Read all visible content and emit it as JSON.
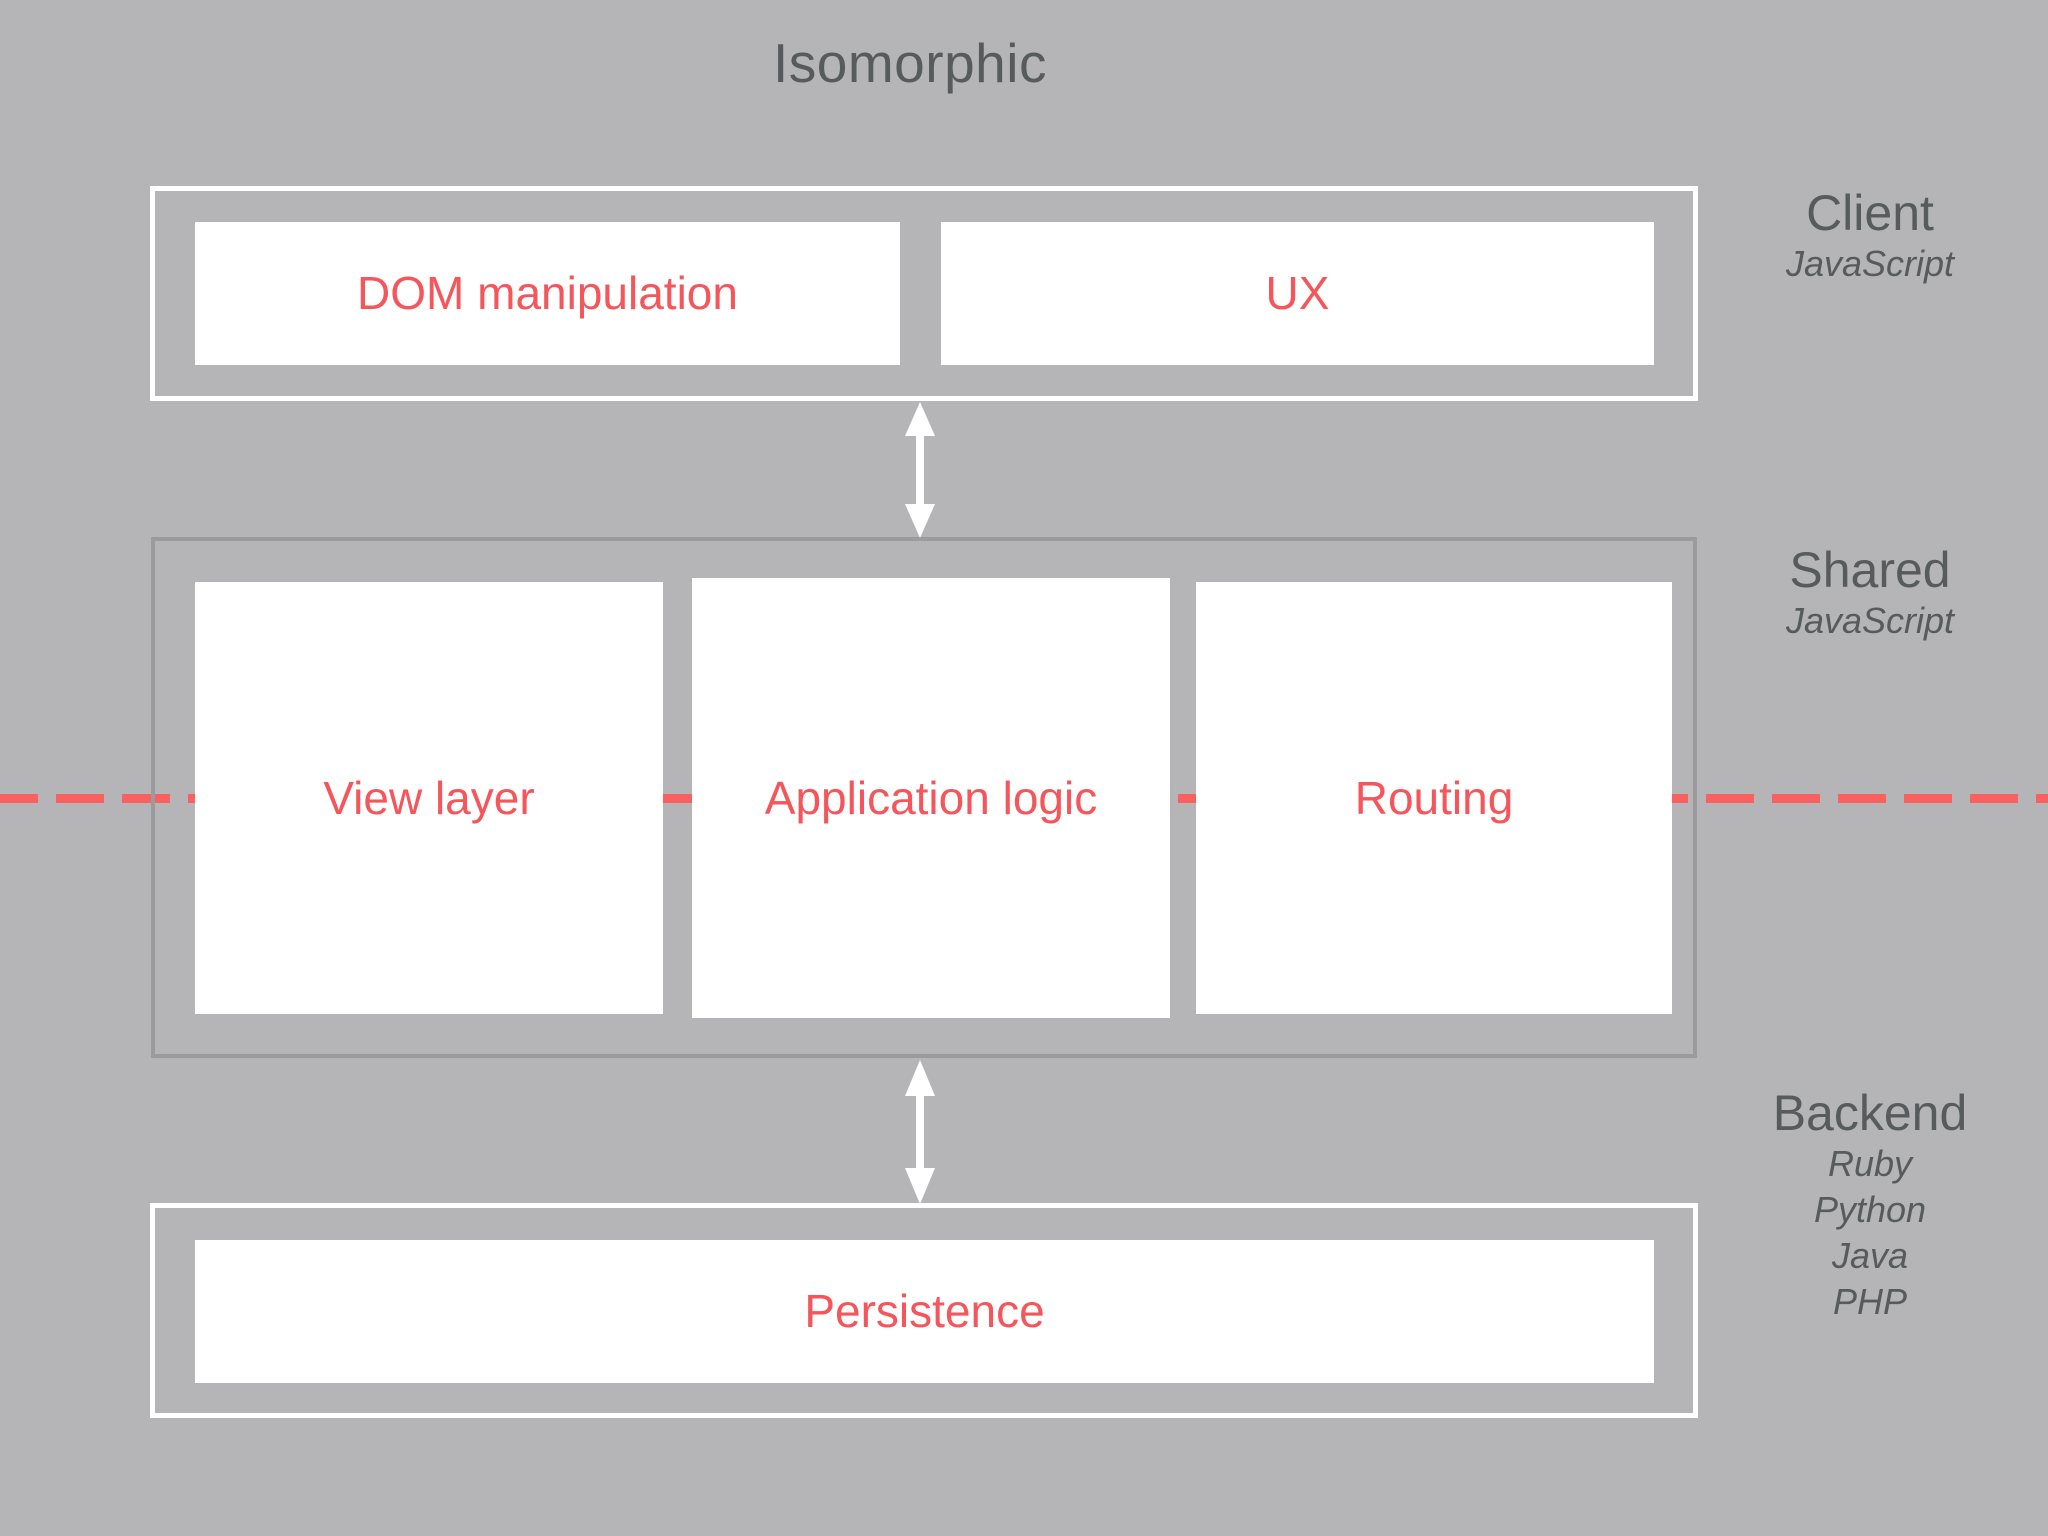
{
  "diagram": {
    "title": "Isomorphic",
    "background_color": "#b5b5b7",
    "accent_color": "#f4565b",
    "text_color": "#575b5e"
  },
  "divider": {
    "name": "isomorphic-boundary",
    "color": "#fb6060",
    "style": "dashed"
  },
  "groups": {
    "client": {
      "name": "Client",
      "blocks": [
        {
          "label": "DOM manipulation"
        },
        {
          "label": "UX"
        }
      ]
    },
    "shared": {
      "name": "Shared",
      "blocks": [
        {
          "label": "View layer"
        },
        {
          "label": "Application logic"
        },
        {
          "label": "Routing"
        }
      ]
    },
    "backend": {
      "name": "Backend",
      "blocks": [
        {
          "label": "Persistence"
        }
      ]
    }
  },
  "side_labels": [
    {
      "heading": "Client",
      "languages": [
        "JavaScript"
      ]
    },
    {
      "heading": "Shared",
      "languages": [
        "JavaScript"
      ]
    },
    {
      "heading": "Backend",
      "languages": [
        "Ruby",
        "Python",
        "Java",
        "PHP"
      ]
    }
  ],
  "arrows": {
    "client_shared": "double-headed-vertical-arrow",
    "shared_backend": "double-headed-vertical-arrow"
  }
}
